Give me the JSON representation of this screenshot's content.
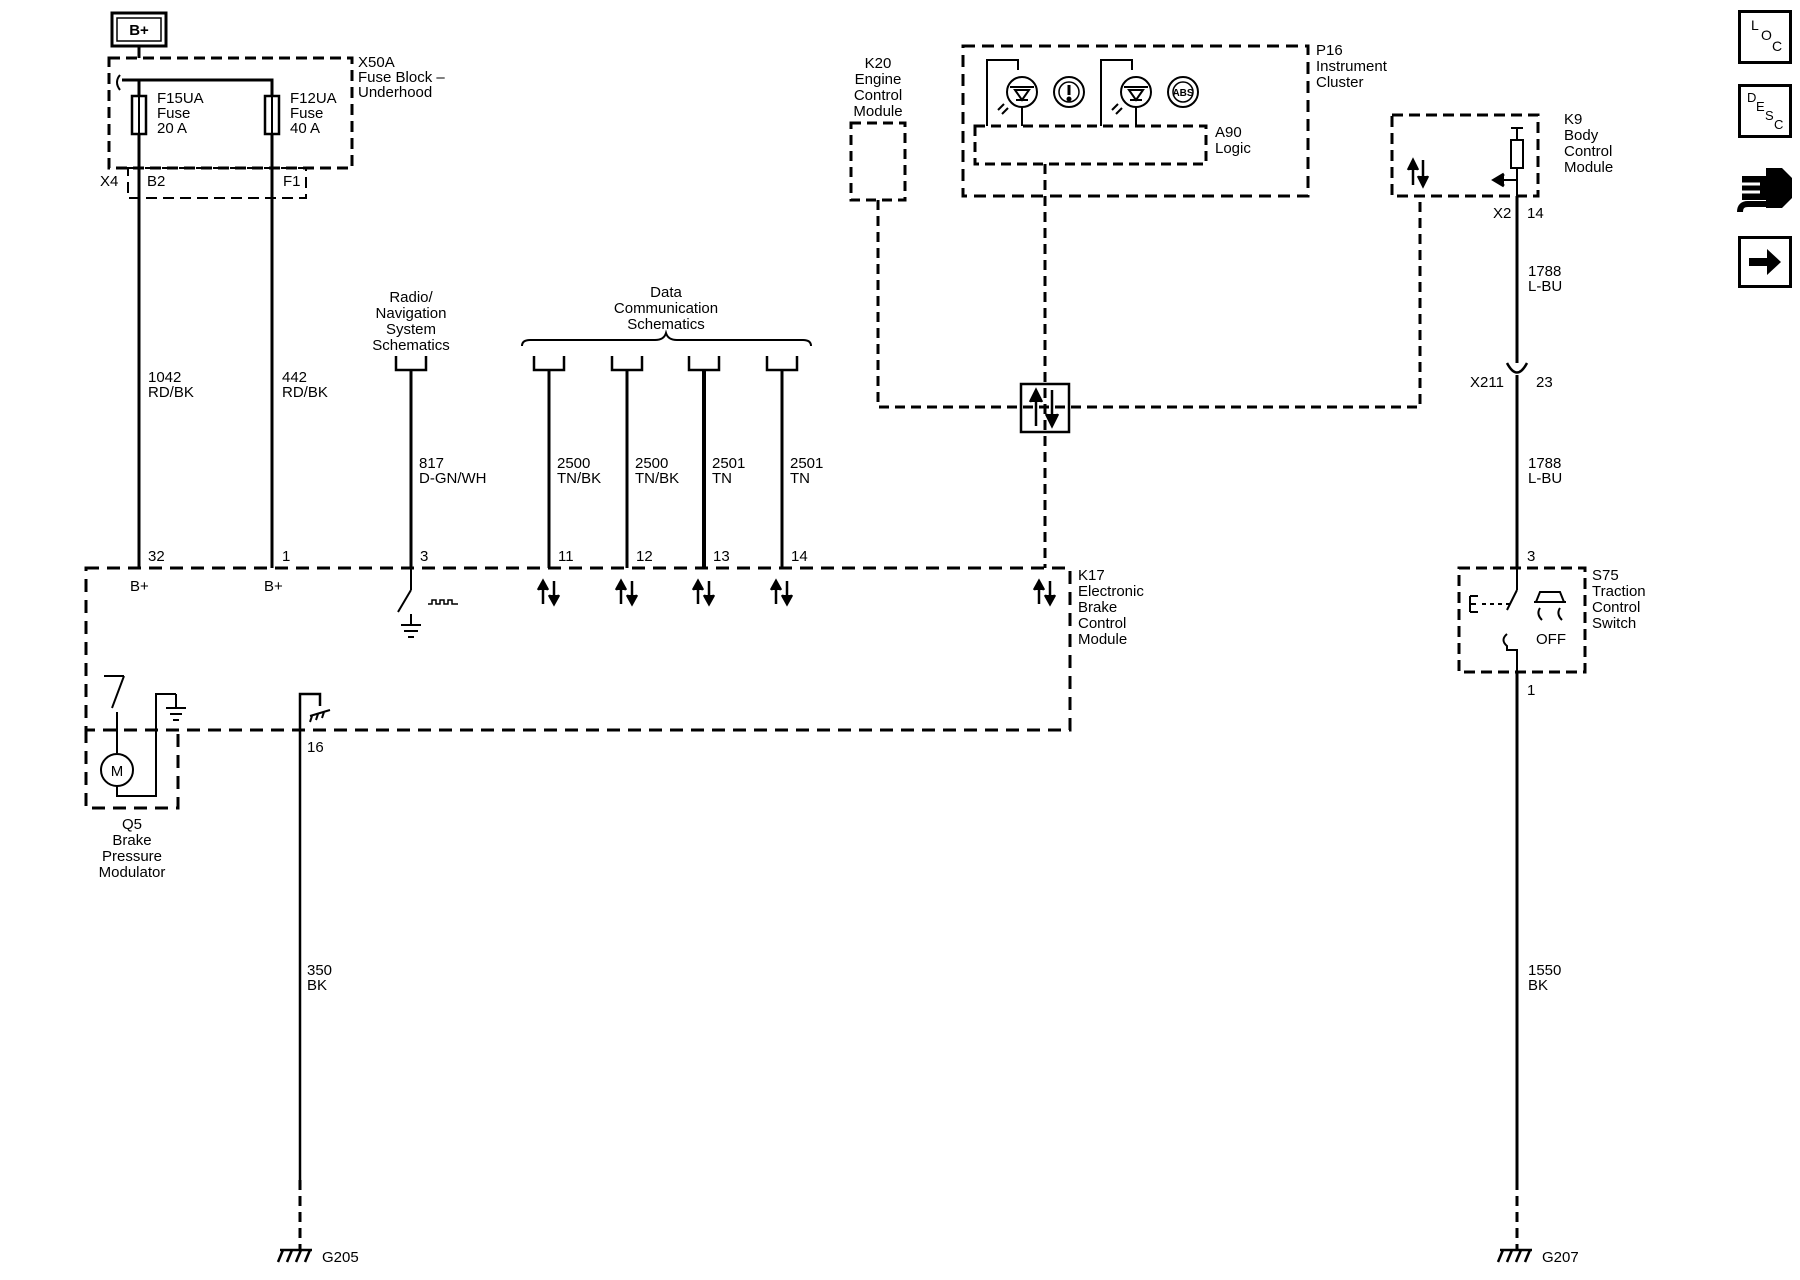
{
  "power": {
    "source": "B+"
  },
  "fuse_block": {
    "name": "X50A",
    "desc1": "Fuse Block –",
    "desc2": "Underhood",
    "connector": "X4",
    "fuses": [
      {
        "name": "F15UA",
        "type": "Fuse",
        "rating": "20 A",
        "pin": "B2"
      },
      {
        "name": "F12UA",
        "type": "Fuse",
        "rating": "40 A",
        "pin": "F1"
      }
    ]
  },
  "wires": [
    {
      "circuit": "1042",
      "color": "RD/BK"
    },
    {
      "circuit": "442",
      "color": "RD/BK"
    },
    {
      "circuit": "817",
      "color": "D-GN/WH"
    },
    {
      "circuit": "2500",
      "color": "TN/BK"
    },
    {
      "circuit": "2500",
      "color": "TN/BK"
    },
    {
      "circuit": "2501",
      "color": "TN"
    },
    {
      "circuit": "2501",
      "color": "TN"
    },
    {
      "circuit": "1788",
      "color": "L-BU"
    },
    {
      "circuit": "1788",
      "color": "L-BU"
    },
    {
      "circuit": "350",
      "color": "BK"
    },
    {
      "circuit": "1550",
      "color": "BK"
    }
  ],
  "radio_ref": [
    "Radio/",
    "Navigation",
    "System",
    "Schematics"
  ],
  "data_comm_ref": [
    "Data",
    "Communication",
    "Schematics"
  ],
  "k17": {
    "name": "K17",
    "lines": [
      "Electronic",
      "Brake",
      "Control",
      "Module"
    ],
    "pins": [
      "32",
      "1",
      "3",
      "11",
      "12",
      "13",
      "14",
      "16"
    ],
    "bplus": "B+"
  },
  "k20": {
    "name": "K20",
    "lines": [
      "Engine",
      "Control",
      "Module"
    ]
  },
  "p16": {
    "name": "P16",
    "lines": [
      "Instrument",
      "Cluster"
    ],
    "logic_name": "A90",
    "logic_label": "Logic",
    "abs_text": "ABS"
  },
  "k9": {
    "name": "K9",
    "lines": [
      "Body",
      "Control",
      "Module"
    ],
    "connector": "X2",
    "pin": "14"
  },
  "inline_connector": {
    "name": "X211",
    "pin": "23"
  },
  "s75": {
    "name": "S75",
    "lines": [
      "Traction",
      "Control",
      "Switch"
    ],
    "pin_top": "3",
    "pin_bottom": "1",
    "off_text": "OFF"
  },
  "q5": {
    "name": "Q5",
    "lines": [
      "Brake",
      "Pressure",
      "Modulator"
    ],
    "motor": "M"
  },
  "grounds": [
    "G205",
    "G207"
  ],
  "sidebar": [
    {
      "name": "loc",
      "letters": [
        "L",
        "O",
        "C"
      ]
    },
    {
      "name": "desc",
      "letters": [
        "D",
        "E",
        "S",
        "C"
      ]
    },
    {
      "name": "connector-end-view",
      "icon": "connector-icon"
    },
    {
      "name": "next",
      "icon": "arrow-right-icon"
    }
  ]
}
